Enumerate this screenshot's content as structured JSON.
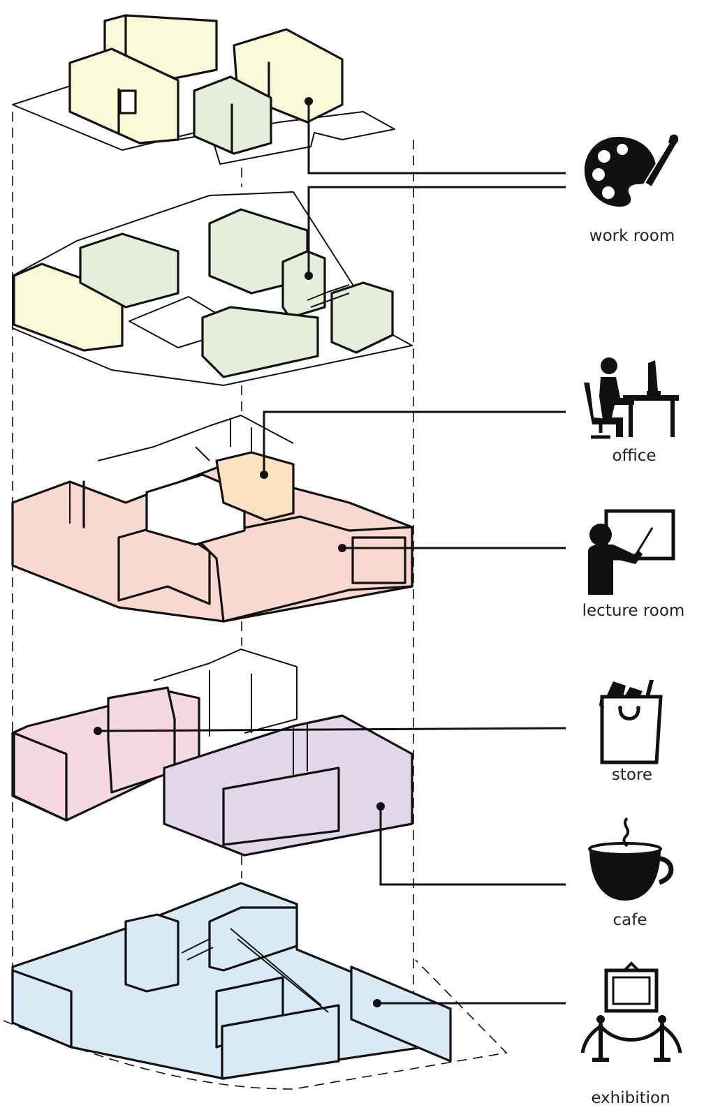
{
  "colors": {
    "work_room": "#fbfad8",
    "work_room_alt": "#e4eed8",
    "lecture_room": "#f9d8cf",
    "office": "#fde0c0",
    "store": "#f6d8e2",
    "cafe": "#e2d6ea",
    "exhibition": "#d8eaf6",
    "line": "#111111"
  },
  "legend": [
    {
      "key": "work_room",
      "icon": "palette-brush-icon",
      "label": "work room"
    },
    {
      "key": "office",
      "icon": "person-at-desk-icon",
      "label": "office"
    },
    {
      "key": "lecture_room",
      "icon": "teacher-at-board-icon",
      "label": "lecture room"
    },
    {
      "key": "store",
      "icon": "shopping-bag-icon",
      "label": "store"
    },
    {
      "key": "cafe",
      "icon": "coffee-cup-icon",
      "label": "cafe"
    },
    {
      "key": "exhibition",
      "icon": "framed-picture-rope-icon",
      "label": "exhibition"
    }
  ]
}
